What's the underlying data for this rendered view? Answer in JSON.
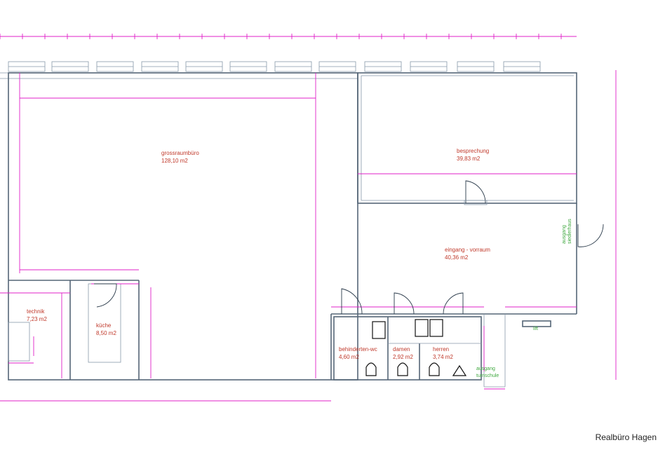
{
  "rooms": [
    {
      "id": "grossraumbuero",
      "name": "grossraumbüro",
      "area": "128,10 m2"
    },
    {
      "id": "besprechung",
      "name": "besprechung",
      "area": "39,83 m2"
    },
    {
      "id": "eingang",
      "name": "eingang - vorraum",
      "area": "40,36 m2"
    },
    {
      "id": "technik",
      "name": "technik",
      "area": "7,23 m2"
    },
    {
      "id": "kueche",
      "name": "küche",
      "area": "8,50 m2"
    },
    {
      "id": "behinderten",
      "name": "behinderten-wc",
      "area": "4,60 m2"
    },
    {
      "id": "damen",
      "name": "damen",
      "area": "2,92 m2"
    },
    {
      "id": "herren",
      "name": "herren",
      "area": "3,74 m2"
    }
  ],
  "labels": {
    "ausgang_siedlerhaus_1": "ausgang",
    "ausgang_siedlerhaus_2": "siedlerhaus",
    "ausgang_turnschule_1": "ausgang",
    "ausgang_turnschule_2": "turnschule",
    "lift": "lift"
  },
  "brand": "Realbüro Hagen",
  "colors": {
    "walls": "#556677",
    "dimensions": "#e020c8",
    "room_labels": "#c0392b",
    "exit_labels": "#3fa83f"
  }
}
